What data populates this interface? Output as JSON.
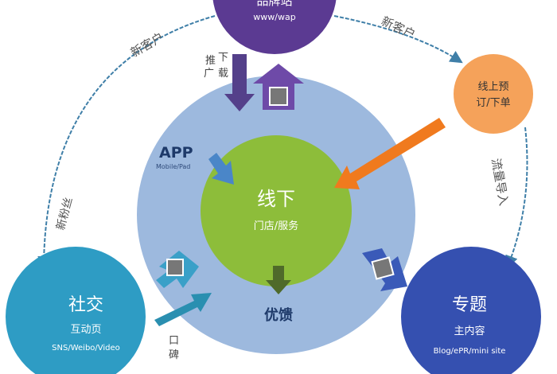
{
  "colors": {
    "outer_ring": "#9db9de",
    "center": "#8dbd3a",
    "top": "#5b3a92",
    "orange": "#f5a25a",
    "social": "#2e9cc4",
    "topic": "#3550b0",
    "arrow_orange": "#f07a1e",
    "arrow_blue": "#4a86c8",
    "arrow_dark_green": "#4f6a2a"
  },
  "top": {
    "title": "品牌站",
    "subtitle": "www/wap"
  },
  "push_label": {
    "a": "推",
    "b": "广",
    "c": "下",
    "d": "载"
  },
  "orange": {
    "line1": "线上预",
    "line2": "订/下单"
  },
  "center": {
    "title": "线下",
    "subtitle": "门店/服务"
  },
  "app": {
    "title": "APP",
    "subtitle": "Mobile/Pad"
  },
  "feedback": "优馈",
  "social": {
    "title": "社交",
    "subtitle": "互动页",
    "detail": "SNS/Weibo/Video"
  },
  "topic": {
    "title": "专题",
    "subtitle": "主内容",
    "detail": "Blog/ePR/mini site"
  },
  "word_of_mouth": {
    "a": "口",
    "b": "碑"
  },
  "labels": {
    "new_customer_left": "新客户",
    "new_customer_right": "新客户",
    "new_fans": "新粉丝",
    "traffic": "流量导入"
  }
}
